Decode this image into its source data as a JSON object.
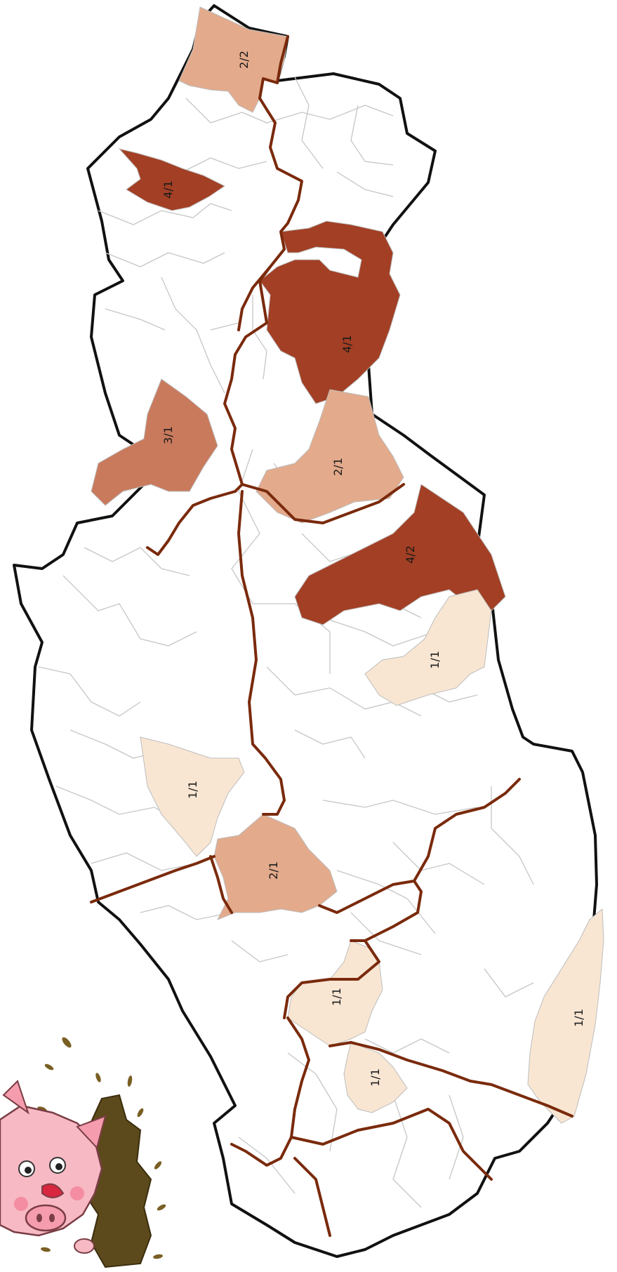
{
  "map": {
    "colors": {
      "background": "#ffffff",
      "outline": "#111111",
      "district_border": "#7a2a0c",
      "municipality_border": "#c6c6c6",
      "level_4": "#a23f24",
      "level_3": "#c97a5d",
      "level_2": "#e3aa8c",
      "level_1": "#f8e6d3"
    },
    "regions": [
      {
        "id": "r1",
        "label": "2/2",
        "level": 2
      },
      {
        "id": "r2",
        "label": "4/1",
        "level": 4
      },
      {
        "id": "r3",
        "label": "4/1",
        "level": 4
      },
      {
        "id": "r4",
        "label": "3/1",
        "level": 3
      },
      {
        "id": "r5",
        "label": "2/1",
        "level": 2
      },
      {
        "id": "r6",
        "label": "4/2",
        "level": 4
      },
      {
        "id": "r7",
        "label": "1/1",
        "level": 1
      },
      {
        "id": "r8",
        "label": "1/1",
        "level": 1
      },
      {
        "id": "r9",
        "label": "2/1",
        "level": 2
      },
      {
        "id": "r10",
        "label": "1/1",
        "level": 1
      },
      {
        "id": "r11",
        "label": "1/1",
        "level": 1
      },
      {
        "id": "r12",
        "label": "1/1",
        "level": 1
      }
    ]
  },
  "mascot": {
    "icon": "pig-in-mud-icon"
  }
}
